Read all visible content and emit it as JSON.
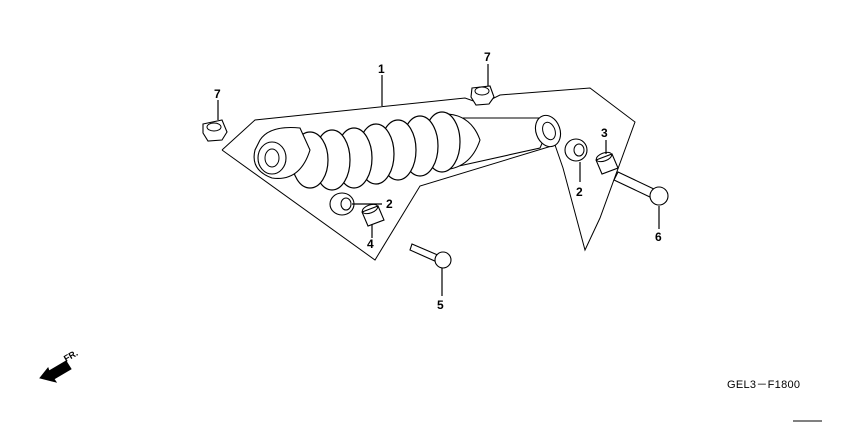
{
  "diagram": {
    "callouts": [
      {
        "id": "c1",
        "label": "1"
      },
      {
        "id": "c2a",
        "label": "2"
      },
      {
        "id": "c2b",
        "label": "2"
      },
      {
        "id": "c3",
        "label": "3"
      },
      {
        "id": "c4",
        "label": "4"
      },
      {
        "id": "c5",
        "label": "5"
      },
      {
        "id": "c6",
        "label": "6"
      },
      {
        "id": "c7a",
        "label": "7"
      },
      {
        "id": "c7b",
        "label": "7"
      }
    ],
    "direction_label": "FR.",
    "diagram_code": "GEL3－F1800"
  }
}
